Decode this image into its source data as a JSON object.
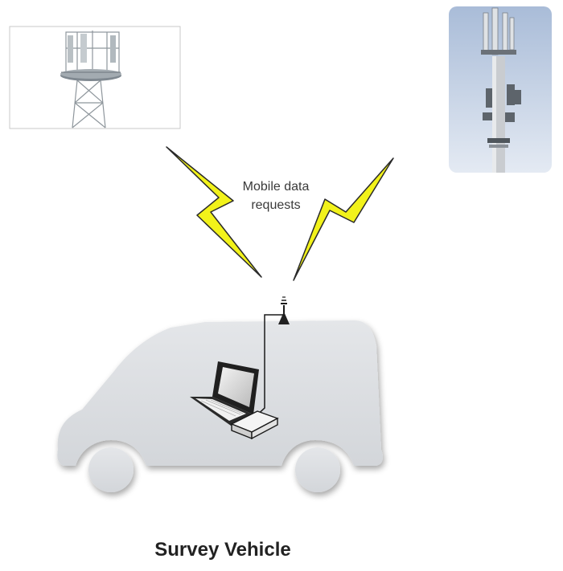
{
  "diagram": {
    "signal_label_line1": "Mobile data",
    "signal_label_line2": "requests",
    "vehicle_label": "Survey Vehicle"
  },
  "colors": {
    "lightning_fill": "#f2f21a",
    "lightning_stroke": "#2a2a2a",
    "vehicle_body": "#dfe1e4",
    "sky_top": "#a9bcd8",
    "sky_bottom": "#e6ecf4",
    "label_text": "#3a3a3a",
    "title_text": "#222222"
  },
  "icons": {
    "left_tower": "cell-tower-photo-icon",
    "right_tower": "cell-mast-photo-icon",
    "antenna": "antenna-icon",
    "laptop": "laptop-icon",
    "modem": "modem-icon",
    "vehicle": "van-silhouette-icon",
    "left_signal": "lightning-bolt-icon",
    "right_signal": "lightning-bolt-icon"
  }
}
